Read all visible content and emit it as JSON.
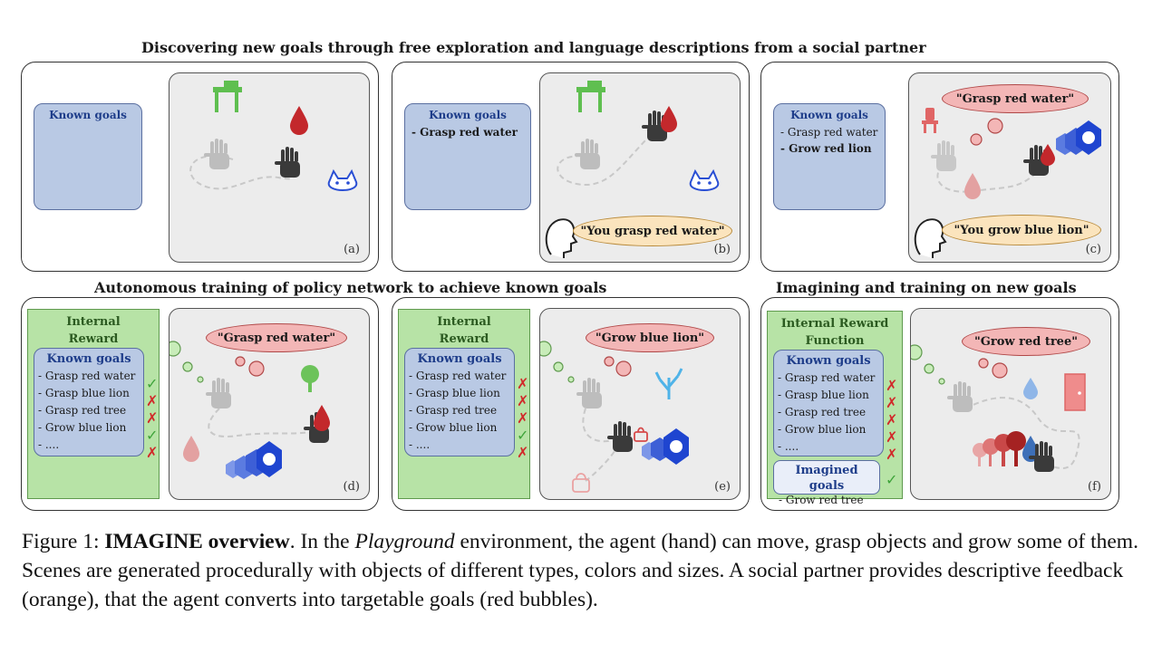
{
  "titles": {
    "top": "Discovering new goals through free exploration and language descriptions from a social partner",
    "middle_left": "Autonomous training of policy network to achieve known goals",
    "middle_right": "Imagining and training on new goals"
  },
  "panels": {
    "a": {
      "known_title": "Known goals",
      "label": "(a)"
    },
    "b": {
      "known_title": "Known goals",
      "goals": [
        "- Grasp red water"
      ],
      "feedback": "\"You grasp red water\"",
      "label": "(b)"
    },
    "c": {
      "known_title": "Known goals",
      "goals": [
        "- Grasp red water",
        "- Grow red lion"
      ],
      "thought": "\"Grasp red water\"",
      "feedback": "\"You grow blue lion\"",
      "label": "(c)"
    },
    "d": {
      "reward_title": "Internal Reward Function",
      "known_title": "Known goals",
      "goals": [
        "- Grasp red water",
        "- Grasp blue lion",
        "- Grasp red tree",
        "- Grow blue lion",
        "- ...."
      ],
      "checks": [
        "✓",
        "✗",
        "✗",
        "✓",
        "✗"
      ],
      "thought": "\"Grasp red water\"",
      "label": "(d)"
    },
    "e": {
      "reward_title": "Internal Reward Function",
      "known_title": "Known goals",
      "goals": [
        "- Grasp red water",
        "- Grasp blue lion",
        "- Grasp red tree",
        "- Grow blue lion",
        "- ...."
      ],
      "checks": [
        "✗",
        "✗",
        "✗",
        "✓",
        "✗"
      ],
      "thought": "\"Grow blue lion\"",
      "label": "(e)"
    },
    "f": {
      "reward_title": "Internal Reward Function",
      "known_title": "Known goals",
      "goals": [
        "- Grasp red water",
        "- Grasp blue lion",
        "- Grasp red tree",
        "- Grow blue lion",
        "- ...."
      ],
      "checks": [
        "✗",
        "✗",
        "✗",
        "✗",
        "✗"
      ],
      "imagined_title": "Imagined goals",
      "imagined_goal": "- Grow red tree",
      "imagined_check": "✓",
      "thought": "\"Grow red tree\"",
      "label": "(f)"
    }
  },
  "caption": {
    "prefix": "Figure 1: ",
    "name": "IMAGINE",
    "bold_rest": " overview",
    "text1": ". In the ",
    "italic": "Playground",
    "text2": " environment, the agent (hand) can move, grasp objects and grow some of them. Scenes are generated procedurally with objects of different types, colors and sizes. A social partner provides descriptive feedback (orange), that the agent converts into targetable goals (red bubbles)."
  },
  "colors": {
    "known_fill": "#b9c9e4",
    "reward_fill": "#b7e3a6",
    "goal_bubble": "#f3b6b6",
    "feedback_bubble": "#fbe4bd",
    "check": "#3ea33a",
    "cross": "#d12a2a"
  },
  "icons": [
    "desk-icon",
    "red-water-icon",
    "hand-icon",
    "cat-icon",
    "head-icon",
    "chair-icon",
    "lion-icon",
    "tree-icon",
    "coral-icon",
    "door-icon",
    "bag-icon"
  ]
}
